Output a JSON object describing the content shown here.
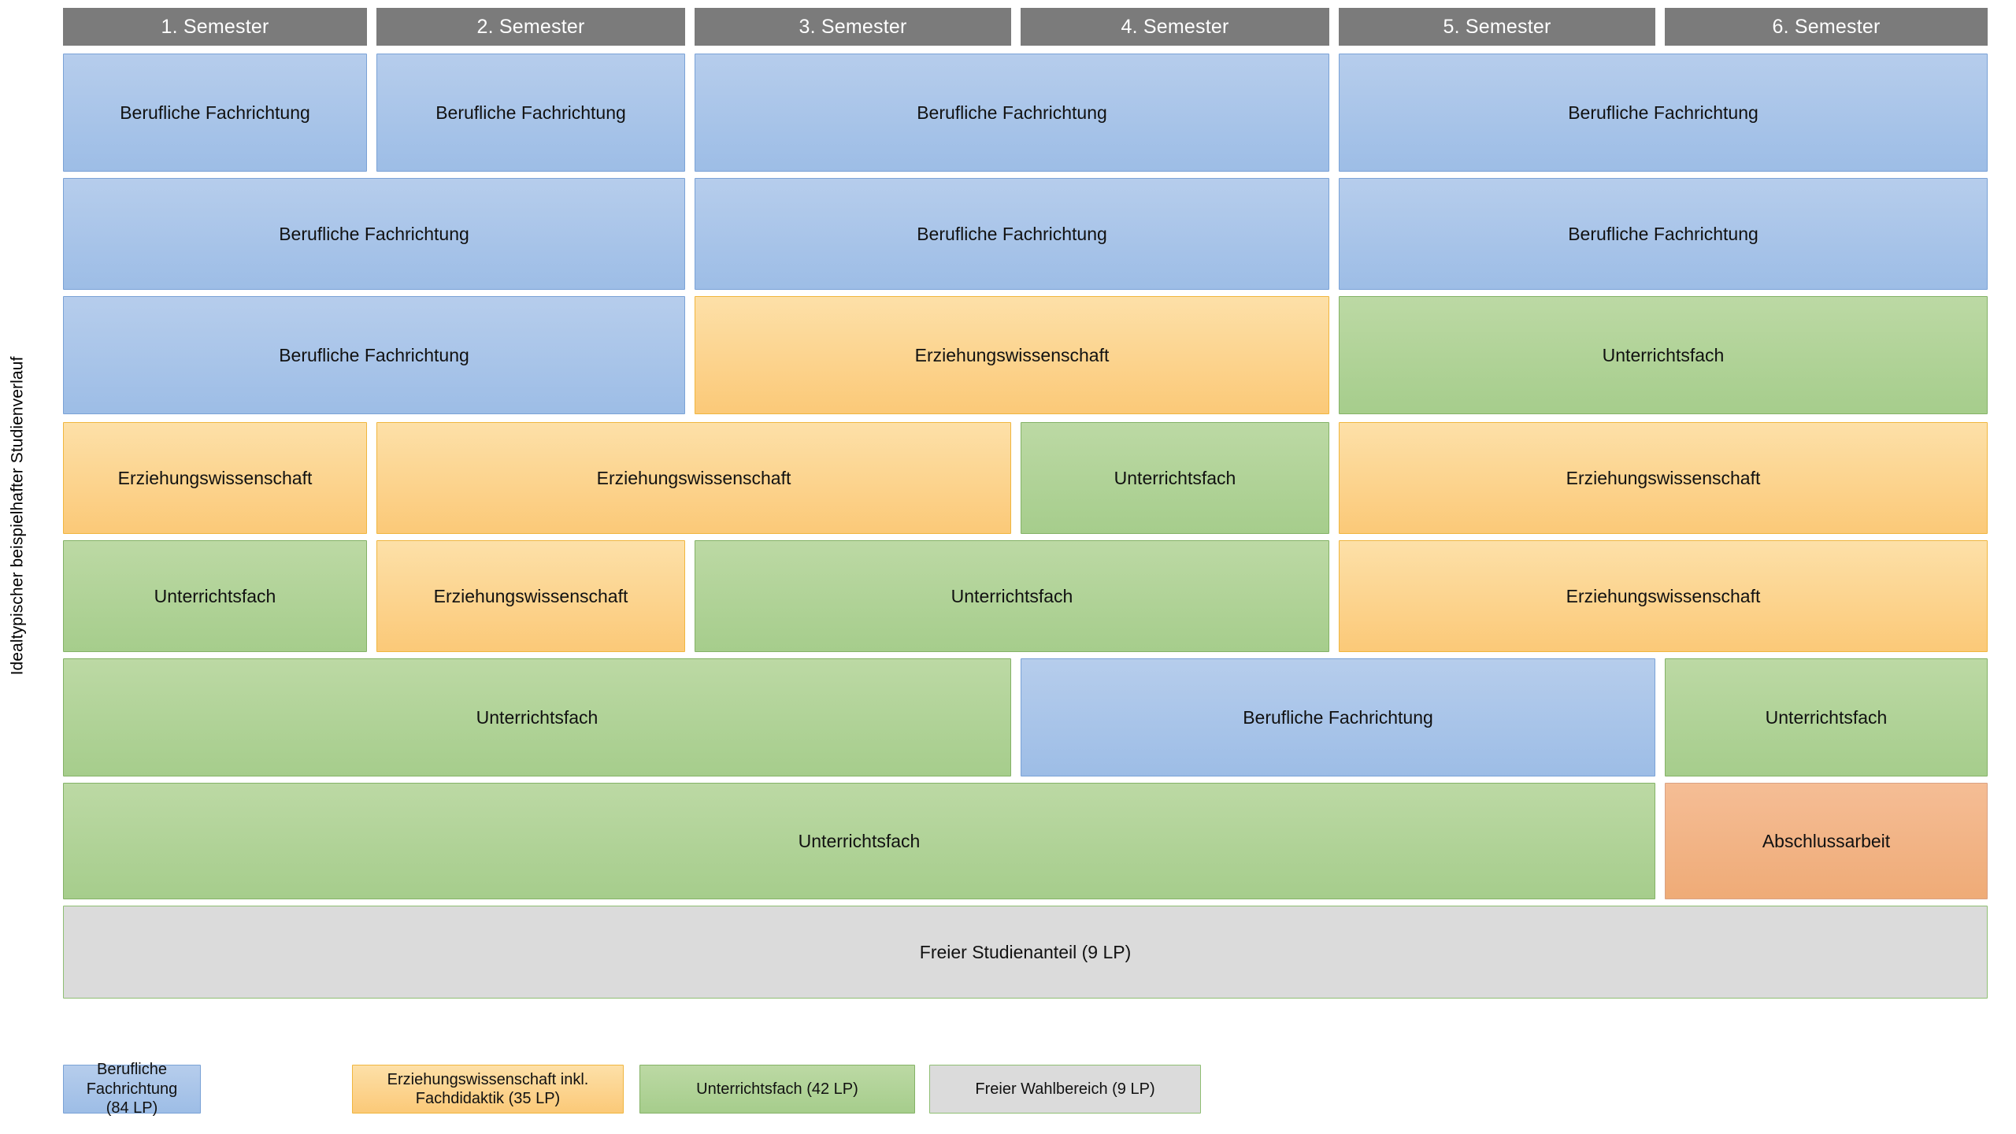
{
  "axis": {
    "label": "Idealtypischer beispielhafter Studienverlauf"
  },
  "semesters": [
    {
      "label": "1. Semester"
    },
    {
      "label": "2. Semester"
    },
    {
      "label": "3. Semester"
    },
    {
      "label": "4. Semester"
    },
    {
      "label": "5. Semester"
    },
    {
      "label": "6. Semester"
    }
  ],
  "categories": {
    "berufliche_fachrichtung": "Berufliche Fachrichtung",
    "erziehungswissenschaft": "Erziehungswissenschaft",
    "unterrichtsfach": "Unterrichtsfach",
    "abschlussarbeit": "Abschlussarbeit",
    "freier_studienanteil": "Freier Studienanteil (9 LP)"
  },
  "colors": {
    "header": "#7b7b7b",
    "berufliche_fachrichtung": "#a8c4e8",
    "erziehungswissenschaft": "#fcd899",
    "unterrichtsfach": "#aed192",
    "abschlussarbeit": "#f0b183",
    "freier_wahlbereich": "#d9d9d9"
  },
  "rows": [
    {
      "name": "row-1",
      "blocks": [
        {
          "label": "Berufliche Fachrichtung",
          "category": "berufliche_fachrichtung",
          "semesters": "1"
        },
        {
          "label": "Berufliche Fachrichtung",
          "category": "berufliche_fachrichtung",
          "semesters": "2"
        },
        {
          "label": "Berufliche Fachrichtung",
          "category": "berufliche_fachrichtung",
          "semesters": "3-4"
        },
        {
          "label": "Berufliche Fachrichtung",
          "category": "berufliche_fachrichtung",
          "semesters": "5-6"
        }
      ]
    },
    {
      "name": "row-2",
      "blocks": [
        {
          "label": "Berufliche Fachrichtung",
          "category": "berufliche_fachrichtung",
          "semesters": "1-2"
        },
        {
          "label": "Berufliche Fachrichtung",
          "category": "berufliche_fachrichtung",
          "semesters": "3-4"
        },
        {
          "label": "Berufliche Fachrichtung",
          "category": "berufliche_fachrichtung",
          "semesters": "5-6"
        }
      ]
    },
    {
      "name": "row-3",
      "blocks": [
        {
          "label": "Berufliche Fachrichtung",
          "category": "berufliche_fachrichtung",
          "semesters": "1-2"
        },
        {
          "label": "Erziehungswissenschaft",
          "category": "erziehungswissenschaft",
          "semesters": "3-4"
        },
        {
          "label": "Unterrichtsfach",
          "category": "unterrichtsfach",
          "semesters": "5-6"
        }
      ]
    },
    {
      "name": "row-4",
      "blocks": [
        {
          "label": "Erziehungswissenschaft",
          "category": "erziehungswissenschaft",
          "semesters": "1"
        },
        {
          "label": "Erziehungswissenschaft",
          "category": "erziehungswissenschaft",
          "semesters": "2-3"
        },
        {
          "label": "Unterrichtsfach",
          "category": "unterrichtsfach",
          "semesters": "4"
        },
        {
          "label": "Erziehungswissenschaft",
          "category": "erziehungswissenschaft",
          "semesters": "5-6"
        }
      ]
    },
    {
      "name": "row-5",
      "blocks": [
        {
          "label": "Unterrichtsfach",
          "category": "unterrichtsfach",
          "semesters": "1"
        },
        {
          "label": "Erziehungswissenschaft",
          "category": "erziehungswissenschaft",
          "semesters": "2"
        },
        {
          "label": "Unterrichtsfach",
          "category": "unterrichtsfach",
          "semesters": "3-4"
        },
        {
          "label": "Erziehungswissenschaft",
          "category": "erziehungswissenschaft",
          "semesters": "5-6"
        }
      ]
    },
    {
      "name": "row-6",
      "blocks": [
        {
          "label": "Unterrichtsfach",
          "category": "unterrichtsfach",
          "semesters": "1-3"
        },
        {
          "label": "Berufliche Fachrichtung",
          "category": "berufliche_fachrichtung",
          "semesters": "4-5"
        },
        {
          "label": "Unterrichtsfach",
          "category": "unterrichtsfach",
          "semesters": "6"
        }
      ]
    },
    {
      "name": "row-7",
      "blocks": [
        {
          "label": "Unterrichtsfach",
          "category": "unterrichtsfach",
          "semesters": "1-5"
        },
        {
          "label": "Abschlussarbeit",
          "category": "abschlussarbeit",
          "semesters": "6"
        }
      ]
    },
    {
      "name": "row-8",
      "blocks": [
        {
          "label": "Freier Studienanteil (9 LP)",
          "category": "freier_studienanteil",
          "semesters": "1-6"
        }
      ]
    }
  ],
  "legend": [
    {
      "label": "Berufliche Fachrichtung\n(84 LP)",
      "category": "berufliche_fachrichtung"
    },
    {
      "label": "Erziehungswissenschaft inkl.\nFachdidaktik (35 LP)",
      "category": "erziehungswissenschaft"
    },
    {
      "label": "Unterrichtsfach (42 LP)",
      "category": "unterrichtsfach"
    },
    {
      "label": "Freier Wahlbereich (9 LP)",
      "category": "freier_wahlbereich"
    }
  ]
}
